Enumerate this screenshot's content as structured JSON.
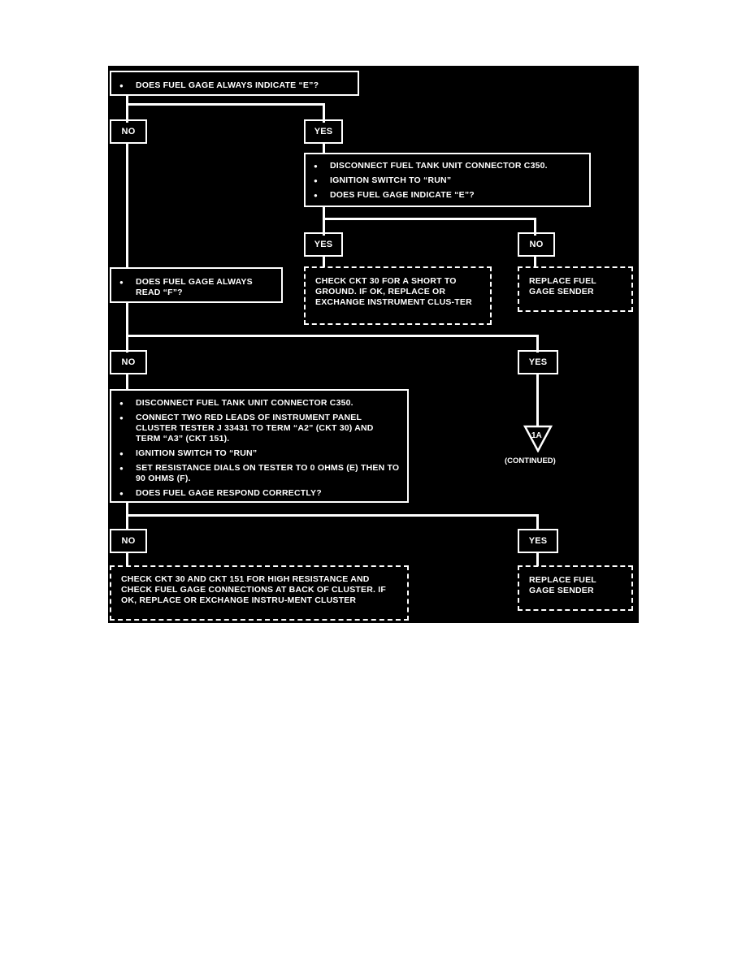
{
  "nodes": {
    "q1": {
      "items": [
        "DOES FUEL GAGE ALWAYS INDICATE “E”?"
      ]
    },
    "q1_no": "NO",
    "q1_yes": "YES",
    "q2": {
      "items": [
        "DISCONNECT FUEL TANK UNIT CONNECTOR C350.",
        "IGNITION SWITCH TO “RUN”",
        "DOES FUEL GAGE INDICATE “E”?"
      ]
    },
    "q2_yes": "YES",
    "q2_no": "NO",
    "a1": "CHECK CKT 30 FOR A SHORT TO GROUND.  IF OK, REPLACE OR EXCHANGE INSTRUMENT CLUS-TER",
    "a2": "REPLACE FUEL GAGE SENDER",
    "q3": {
      "items": [
        "DOES FUEL GAGE ALWAYS READ “F”?"
      ]
    },
    "q3_no": "NO",
    "q3_yes": "YES",
    "terminal": {
      "label": "1A",
      "note": "(CONTINUED)"
    },
    "q4": {
      "items": [
        "DISCONNECT FUEL TANK UNIT CONNECTOR C350.",
        "CONNECT TWO RED LEADS OF INSTRUMENT PANEL CLUSTER TESTER J 33431 TO TERM “A2” (CKT 30) AND TERM “A3” (CKT 151).",
        "IGNITION SWITCH TO “RUN”",
        "SET RESISTANCE DIALS ON TESTER TO 0 OHMS (E) THEN TO 90 OHMS (F).",
        "DOES FUEL GAGE RESPOND CORRECTLY?"
      ]
    },
    "q4_no": "NO",
    "q4_yes": "YES",
    "a3": "CHECK CKT 30 AND CKT 151 FOR HIGH RESISTANCE AND CHECK FUEL GAGE CONNECTIONS AT BACK OF CLUSTER.  IF OK, REPLACE OR EXCHANGE INSTRU-MENT CLUSTER",
    "a4": "REPLACE FUEL GAGE SENDER"
  }
}
